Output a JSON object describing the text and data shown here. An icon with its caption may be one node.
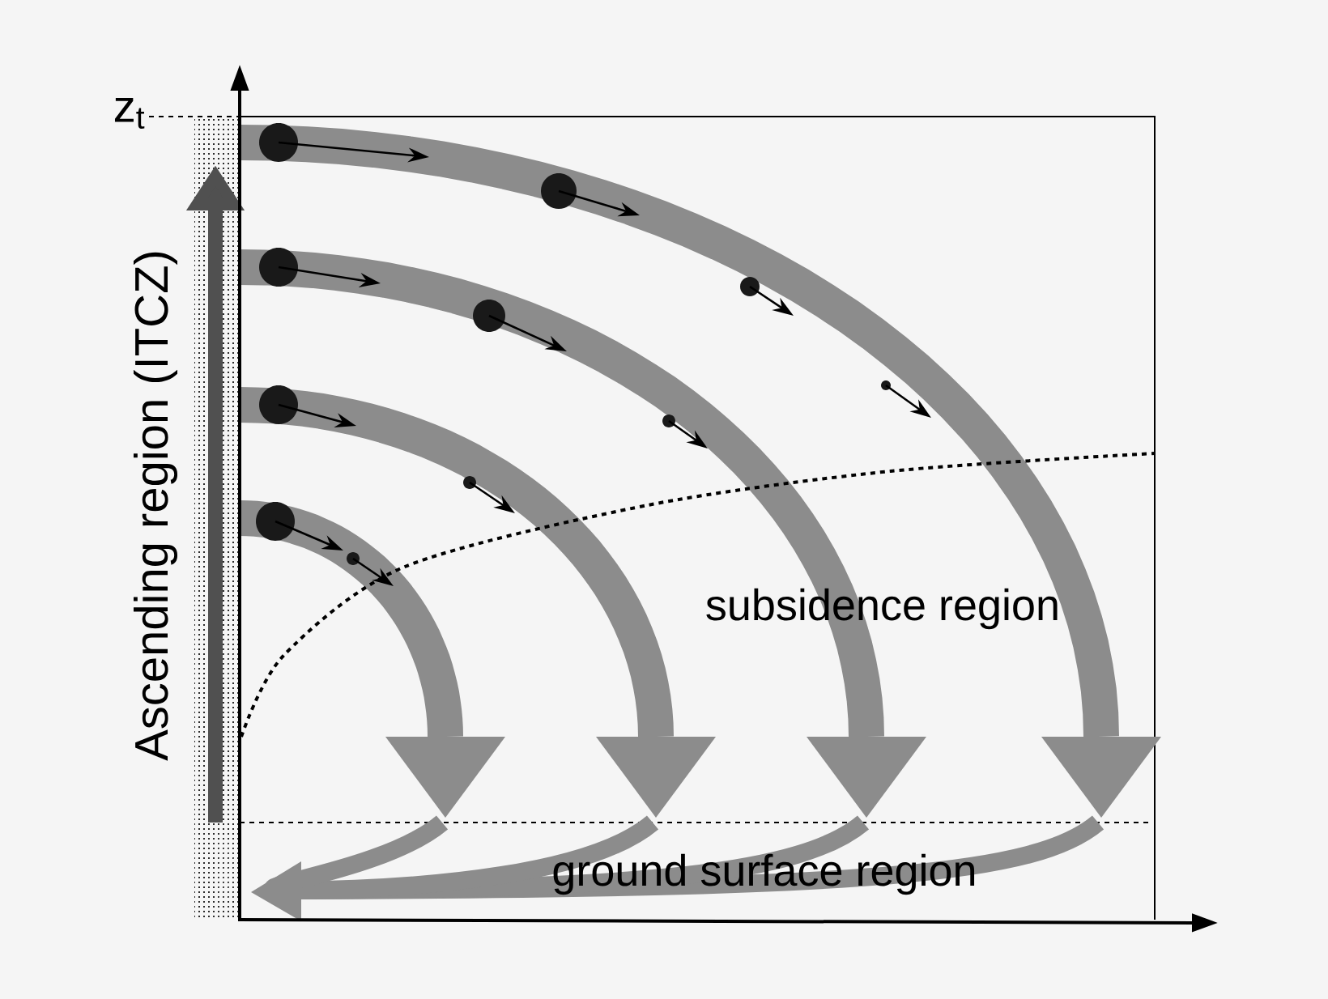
{
  "diagram": {
    "labels": [
      "z$_{t}$",
      "Ascending region (ITCZ)",
      "subsidence region",
      "ground surface region"
    ]
  }
}
